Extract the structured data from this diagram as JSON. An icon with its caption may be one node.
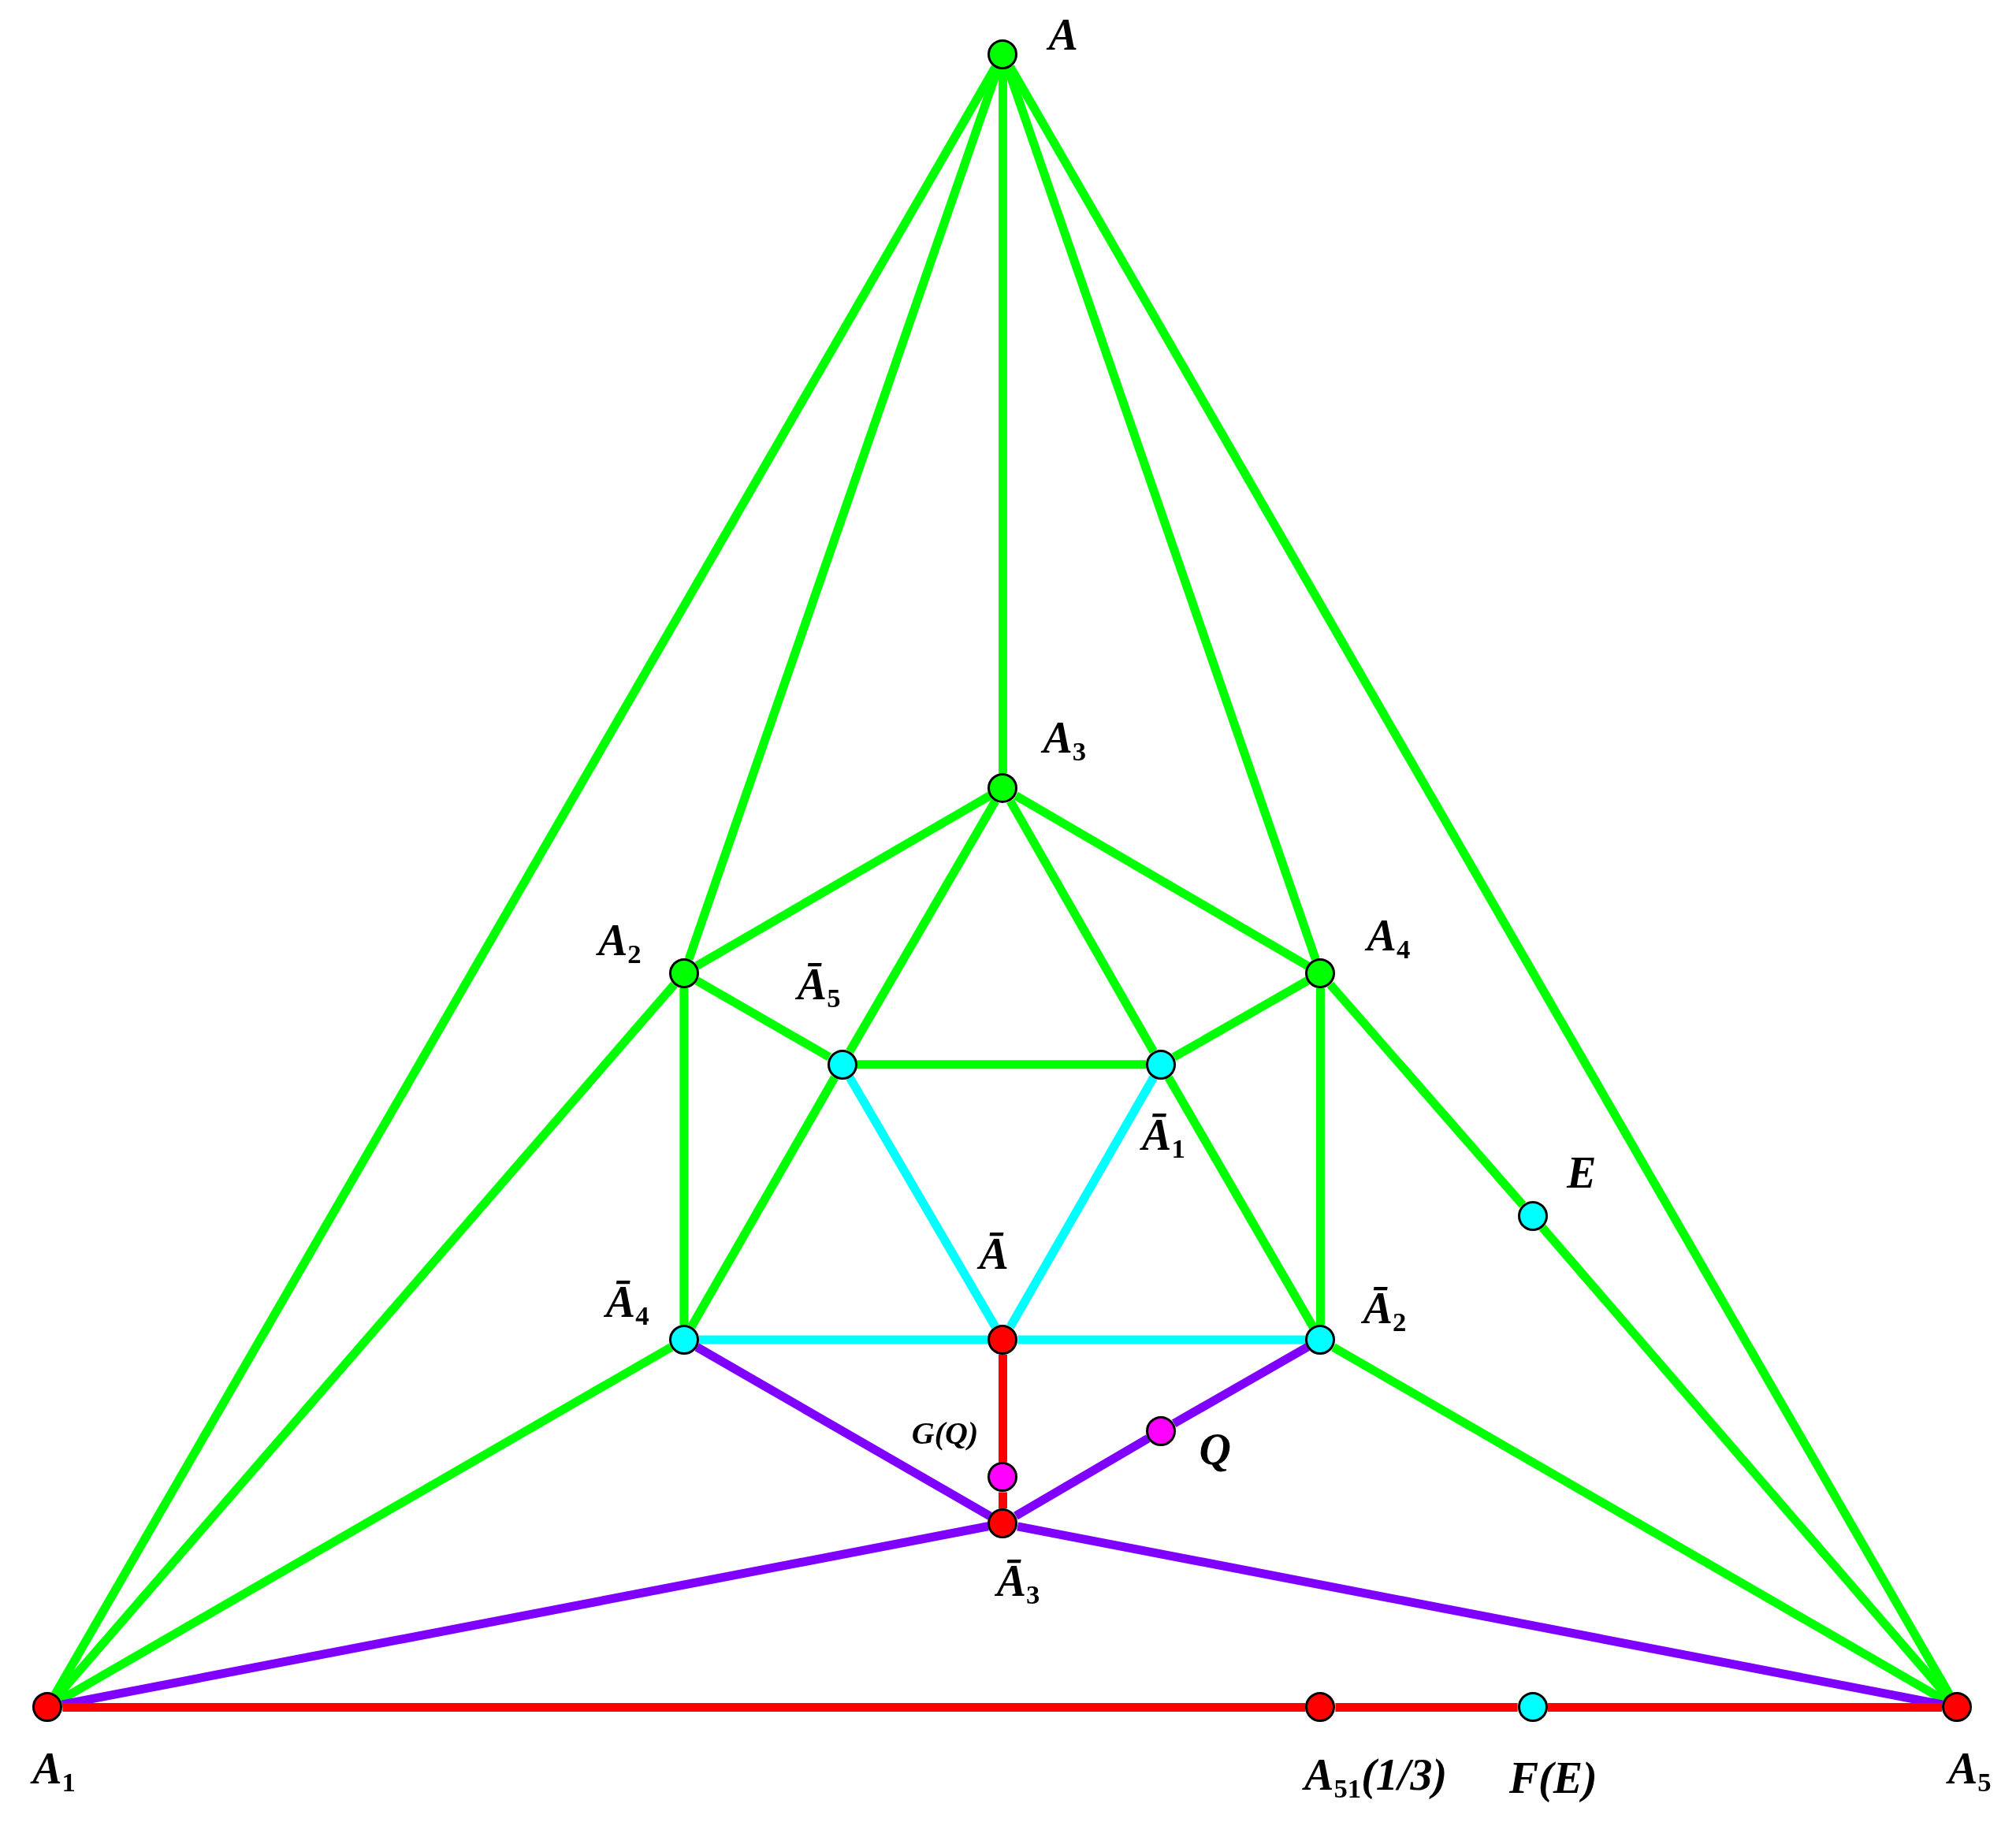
{
  "diagram": {
    "nodes": [
      {
        "text": [
          "A"
        ]
      },
      {
        "text": [
          "A$_{3}$"
        ]
      },
      {
        "text": [
          "A$_{2}$"
        ]
      },
      {
        "text": [
          "A$_{4}$"
        ]
      },
      {
        "text": [
          "Ā$_{5}$"
        ]
      },
      {
        "text": [
          "Ā$_{1}$"
        ]
      },
      {
        "text": [
          "E"
        ]
      },
      {
        "text": [
          "Ā$_{4}$"
        ]
      },
      {
        "text": [
          "Ā"
        ]
      },
      {
        "text": [
          "Ā$_{2}$"
        ]
      },
      {
        "text": [
          "Q"
        ]
      },
      {
        "text": [
          "G(Q)"
        ]
      },
      {
        "text": [
          "Ā$_{3}$"
        ]
      },
      {
        "text": [
          "A$_{1}$"
        ]
      },
      {
        "text": [
          "A$_{51}$(1/3)"
        ]
      },
      {
        "text": [
          "F(E)"
        ]
      },
      {
        "text": [
          "A$_{5}$"
        ]
      }
    ],
    "edges": [
      {
        "from": 0,
        "to": 13,
        "arrow": "none"
      },
      {
        "from": 0,
        "to": 2,
        "arrow": "none"
      },
      {
        "from": 0,
        "to": 1,
        "arrow": "none"
      },
      {
        "from": 0,
        "to": 3,
        "arrow": "none"
      },
      {
        "from": 0,
        "to": 16,
        "arrow": "none"
      },
      {
        "from": 1,
        "to": 2,
        "arrow": "none"
      },
      {
        "from": 1,
        "to": 3,
        "arrow": "none"
      },
      {
        "from": 1,
        "to": 4,
        "arrow": "none"
      },
      {
        "from": 1,
        "to": 5,
        "arrow": "none"
      },
      {
        "from": 2,
        "to": 4,
        "arrow": "none"
      },
      {
        "from": 2,
        "to": 7,
        "arrow": "none"
      },
      {
        "from": 2,
        "to": 13,
        "arrow": "none"
      },
      {
        "from": 3,
        "to": 5,
        "arrow": "none"
      },
      {
        "from": 3,
        "to": 9,
        "arrow": "none"
      },
      {
        "from": 3,
        "to": 6,
        "arrow": "none"
      },
      {
        "from": 6,
        "to": 16,
        "arrow": "none"
      },
      {
        "from": 4,
        "to": 5,
        "arrow": "none"
      },
      {
        "from": 4,
        "to": 7,
        "arrow": "none"
      },
      {
        "from": 5,
        "to": 9,
        "arrow": "none"
      },
      {
        "from": 4,
        "to": 8,
        "arrow": "none",
        "color": "#00ffff"
      },
      {
        "from": 5,
        "to": 8,
        "arrow": "none",
        "color": "#00ffff"
      },
      {
        "from": 7,
        "to": 8,
        "arrow": "none",
        "color": "#00ffff"
      },
      {
        "from": 8,
        "to": 9,
        "arrow": "none",
        "color": "#00ffff"
      },
      {
        "from": 7,
        "to": 13,
        "arrow": "none"
      },
      {
        "from": 9,
        "to": 16,
        "arrow": "none"
      },
      {
        "from": 8,
        "to": 11,
        "arrow": "none",
        "color": "#ff0000"
      },
      {
        "from": 11,
        "to": 12,
        "arrow": "none",
        "color": "#ff0000"
      },
      {
        "from": 7,
        "to": 12,
        "arrow": "none",
        "color": "#7f00ff"
      },
      {
        "from": 12,
        "to": 10,
        "arrow": "none",
        "color": "#7f00ff"
      },
      {
        "from": 10,
        "to": 9,
        "arrow": "none",
        "color": "#7f00ff"
      },
      {
        "from": 12,
        "to": 13,
        "arrow": "none",
        "color": "#7f00ff"
      },
      {
        "from": 12,
        "to": 16,
        "arrow": "none",
        "color": "#7f00ff"
      },
      {
        "from": 13,
        "to": 14,
        "arrow": "none",
        "color": "#ff0000"
      },
      {
        "from": 14,
        "to": 15,
        "arrow": "none",
        "color": "#ff0000"
      },
      {
        "from": 15,
        "to": 16,
        "arrow": "none",
        "color": "#ff0000"
      }
    ]
  }
}
